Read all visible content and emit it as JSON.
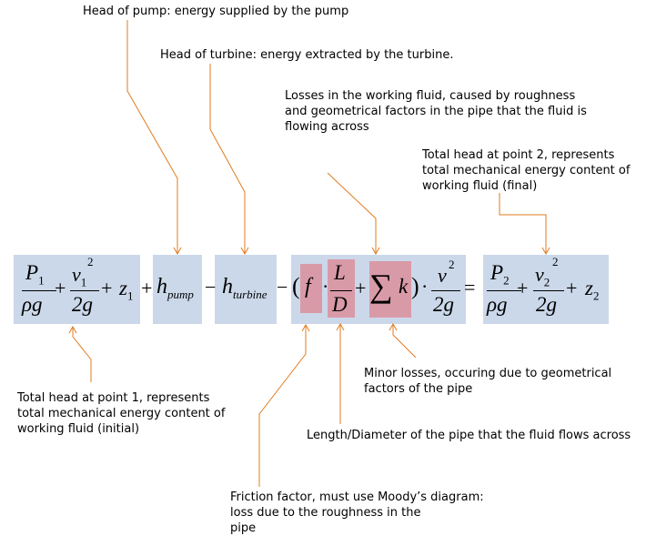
{
  "annotations": {
    "pump": "Head of pump: energy supplied by the pump",
    "turbine": "Head of turbine: energy extracted by the turbine.",
    "losses": "Losses in the working fluid, caused by roughness\nand geometrical factors in the pipe that the fluid is\nflowing across",
    "point2": "Total head at point 2, represents\ntotal mechanical energy content of\nworking fluid (final)",
    "point1": "Total head at point 1, represents\ntotal mechanical energy content of\nworking fluid (initial)",
    "minor": "Minor losses, occuring due to geometrical\nfactors of the pipe",
    "length_diameter": "Length/Diameter of the pipe that the fluid flows across",
    "friction": "Friction factor, must use Moody’s diagram:\nloss due to the roughness in the\npipe"
  },
  "equation": {
    "P1": "P",
    "P1_sub": "1",
    "rho_g": "ρg",
    "plus": "+",
    "minus": "−",
    "equals": "=",
    "v1": "v",
    "v1_sub": "1",
    "sq": "2",
    "two_g": "2g",
    "z": "z",
    "z1_sub": "1",
    "h": "h",
    "pump_sub": "pump",
    "turbine_sub": "turbine",
    "open_paren": "(",
    "close_paren": ")",
    "f": "f",
    "dot": "·",
    "L": "L",
    "D": "D",
    "sum": "∑",
    "k": "k",
    "v": "v",
    "P2": "P",
    "P2_sub": "2",
    "v2": "v",
    "v2_sub": "2",
    "z2_sub": "2"
  },
  "colors": {
    "leader": "#e07b1e",
    "term_highlight": "#cbd8ea",
    "loss_highlight": "#d99aa7"
  }
}
